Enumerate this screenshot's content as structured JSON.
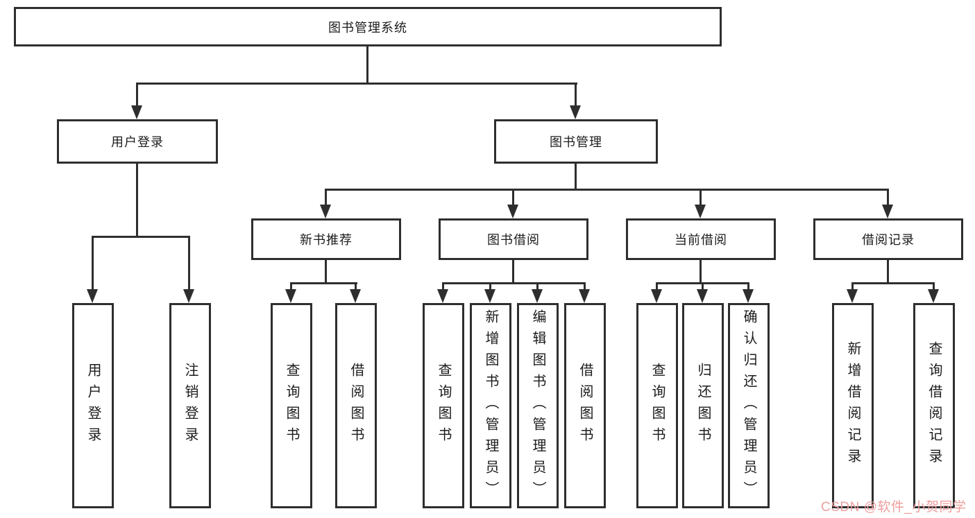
{
  "diagram": {
    "title": "图书管理系统",
    "root": {
      "label": "图书管理系统"
    },
    "level2": [
      {
        "label": "用户登录"
      },
      {
        "label": "图书管理"
      }
    ],
    "level3": [
      {
        "label": "新书推荐"
      },
      {
        "label": "图书借阅"
      },
      {
        "label": "当前借阅"
      },
      {
        "label": "借阅记录"
      }
    ],
    "leaves": {
      "user_login": [
        "用户登录",
        "注销登录"
      ],
      "new_book": [
        "查询图书",
        "借阅图书"
      ],
      "book_borrow": [
        "查询图书",
        "新增图书（管理员）",
        "编辑图书（管理员）",
        "借阅图书"
      ],
      "current_borrow": [
        "查询图书",
        "归还图书",
        "确认归还（管理员）"
      ],
      "borrow_record": [
        "新增借阅记录",
        "查询借阅记录"
      ]
    }
  },
  "watermark": {
    "text": "CSDN @软件_小贺同学",
    "color": "#ee9e9e"
  },
  "colors": {
    "line": "#2e2e2e",
    "text": "#1c1c1c",
    "background": "#ffffff"
  }
}
